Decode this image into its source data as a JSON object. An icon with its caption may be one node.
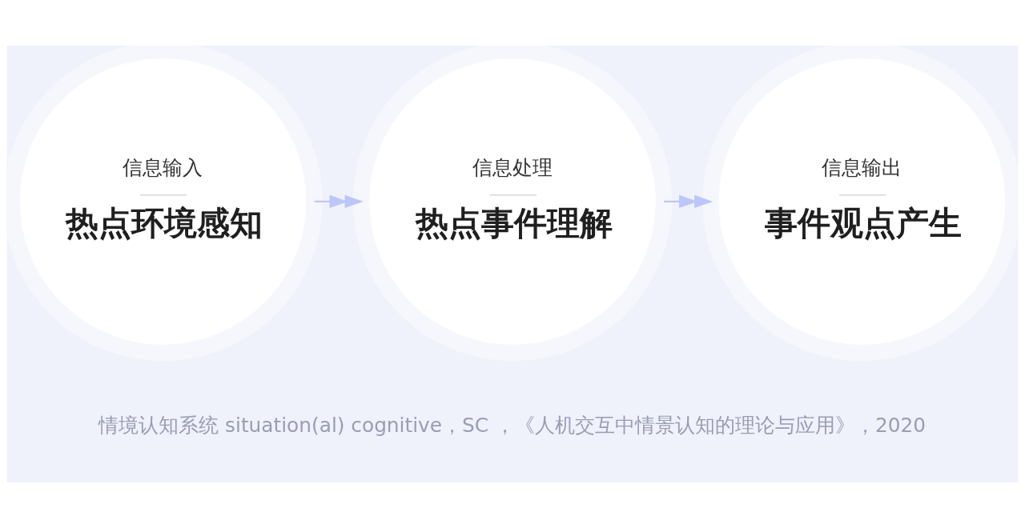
{
  "diagram": {
    "caption": "情境认知系统 situation(al) cognitive，SC ，《人机交互中情景认知的理论与应用》，2020",
    "nodes": [
      {
        "text": [
          "信息输入",
          "热点环境感知"
        ]
      },
      {
        "text": [
          "信息处理",
          "热点事件理解"
        ]
      },
      {
        "text": [
          "信息输出",
          "事件观点产生"
        ]
      }
    ],
    "edges": [
      {
        "from": 0,
        "to": 1,
        "arrow": "to"
      },
      {
        "from": 1,
        "to": 2,
        "arrow": "to"
      }
    ]
  }
}
